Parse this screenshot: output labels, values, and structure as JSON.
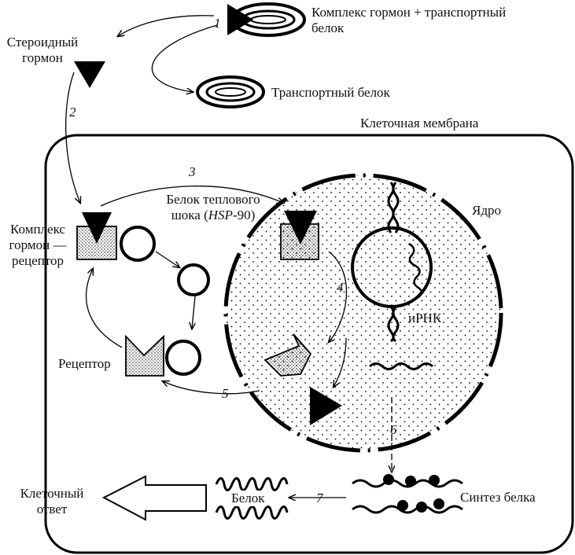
{
  "labels": {
    "complex_hormone_transport_line1": "Комплекс гормон + транспортный",
    "complex_hormone_transport_line2": "белок",
    "steroid_hormone_line1": "Стероидный",
    "steroid_hormone_line2": "гормон",
    "transport_protein": "Транспортный белок",
    "cell_membrane": "Клеточная мембрана",
    "heat_shock_protein_line1": "Белок теплового",
    "heat_shock_protein_prefix": "шока (",
    "heat_shock_protein_italic": "HSP",
    "heat_shock_protein_suffix": "-90)",
    "nucleus": "Ядро",
    "hormone_receptor_complex_line1": "Комплекс",
    "hormone_receptor_complex_line2": "гормон —",
    "hormone_receptor_complex_line3": "рецептор",
    "mrna": "иРНК",
    "receptor": "Рецептор",
    "protein_synthesis": "Синтез белка",
    "protein": "Белок",
    "cell_response_line1": "Клеточный",
    "cell_response_line2": "ответ"
  },
  "steps": [
    "1",
    "2",
    "3",
    "4",
    "5",
    "6",
    "7"
  ]
}
